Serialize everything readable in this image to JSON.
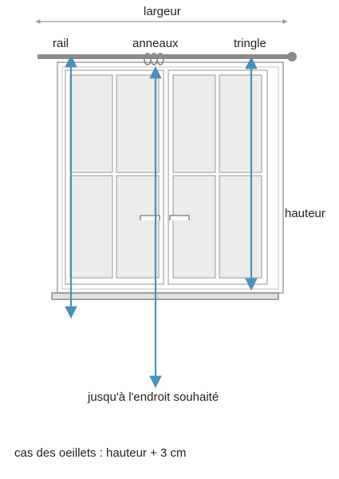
{
  "labels": {
    "width": "largeur",
    "rail": "rail",
    "rings": "anneaux",
    "rod": "tringle",
    "height": "hauteur",
    "to_desired_point": "jusqu'à l'endroit souhaité",
    "eyelet_note": "cas des oeillets : hauteur + 3 cm"
  },
  "colors": {
    "arrow": "#4a90b8",
    "rod": "#8e8a8c",
    "frame": "#b9b7b8",
    "glass": "#ececec",
    "text": "#231f20"
  }
}
